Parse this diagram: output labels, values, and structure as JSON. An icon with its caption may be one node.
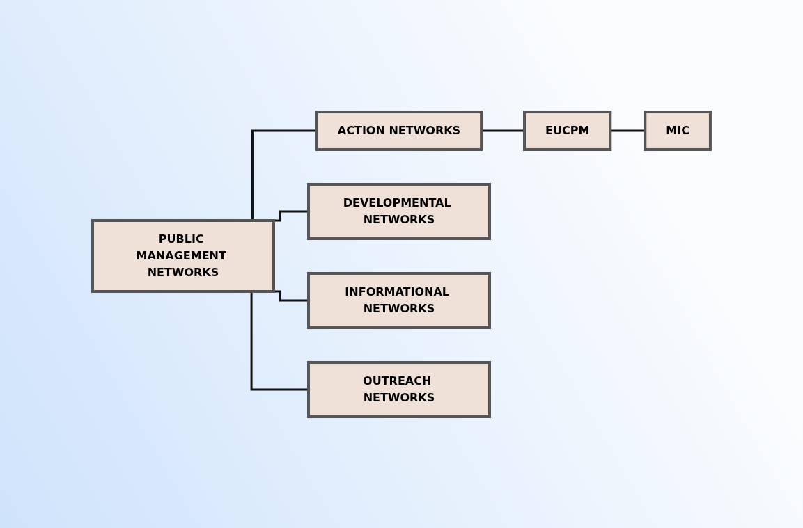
{
  "diagram": {
    "nodes": [
      {
        "text": [
          "PUBLIC MANAGEMENT NETWORKS"
        ]
      },
      {
        "text": [
          "ACTION NETWORKS"
        ]
      },
      {
        "text": [
          "DEVELOPMENTAL NETWORKS"
        ]
      },
      {
        "text": [
          "INFORMATIONAL NETWORKS"
        ]
      },
      {
        "text": [
          "OUTREACH NETWORKS"
        ]
      },
      {
        "text": [
          "EUCPM"
        ]
      },
      {
        "text": [
          "MIC"
        ]
      }
    ],
    "edges": [
      {
        "from": 0,
        "to": 1,
        "arrow": "none"
      },
      {
        "from": 0,
        "to": 2,
        "arrow": "none"
      },
      {
        "from": 0,
        "to": 3,
        "arrow": "none"
      },
      {
        "from": 0,
        "to": 4,
        "arrow": "none"
      },
      {
        "from": 1,
        "to": 5,
        "arrow": "none"
      },
      {
        "from": 5,
        "to": 6,
        "arrow": "none"
      }
    ]
  }
}
